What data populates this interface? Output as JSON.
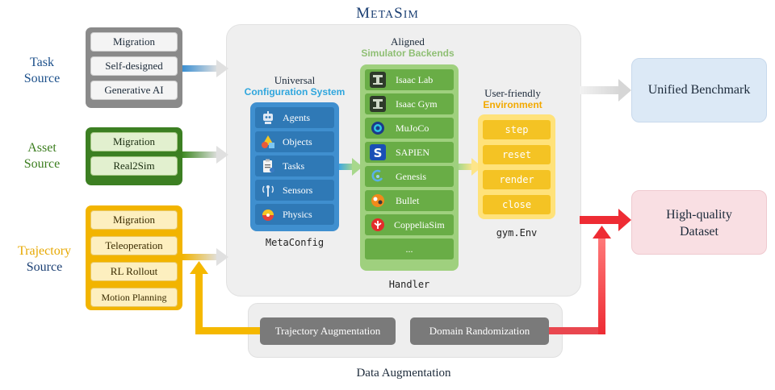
{
  "title": {
    "prefix": "M",
    "rest": "ETA",
    "prefix2": "S",
    "rest2": "IM"
  },
  "sources": {
    "task": {
      "label_1": "Task",
      "label_2": "Source",
      "items": [
        "Migration",
        "Self-designed",
        "Generative AI"
      ],
      "color": "#1b4f8a"
    },
    "asset": {
      "label_1": "Asset",
      "label_2": "Source",
      "items": [
        "Migration",
        "Real2Sim"
      ],
      "color": "#3b7d1e"
    },
    "trajectory": {
      "label_1": "Trajectory",
      "label_2": "Source",
      "items": [
        "Migration",
        "Teleoperation",
        "RL Rollout",
        "Motion Planning"
      ],
      "color": "#e7a800"
    }
  },
  "config": {
    "title_1": "Universal",
    "title_2": "Configuration System",
    "items": [
      {
        "label": "Agents",
        "icon": "robot-icon"
      },
      {
        "label": "Objects",
        "icon": "objects-icon"
      },
      {
        "label": "Tasks",
        "icon": "clipboard-icon"
      },
      {
        "label": "Sensors",
        "icon": "sensor-icon"
      },
      {
        "label": "Physics",
        "icon": "physics-icon"
      }
    ],
    "caption": "MetaConfig"
  },
  "backends": {
    "title_1": "Aligned",
    "title_2": "Simulator Backends",
    "items": [
      {
        "label": "Isaac Lab",
        "icon": "isaac-icon"
      },
      {
        "label": "Isaac Gym",
        "icon": "isaac-icon"
      },
      {
        "label": "MuJoCo",
        "icon": "mujoco-icon"
      },
      {
        "label": "SAPIEN",
        "icon": "sapien-icon"
      },
      {
        "label": "Genesis",
        "icon": "genesis-icon"
      },
      {
        "label": "Bullet",
        "icon": "bullet-icon"
      },
      {
        "label": "CoppeliaSim",
        "icon": "coppeliasim-icon"
      },
      {
        "label": "..."
      }
    ],
    "caption": "Handler"
  },
  "environment": {
    "title_1": "User-friendly",
    "title_2": "Environment",
    "items": [
      "step",
      "reset",
      "render",
      "close"
    ],
    "caption": "gym.Env"
  },
  "outputs": {
    "benchmark": "Unified Benchmark",
    "dataset_1": "High-quality",
    "dataset_2": "Dataset"
  },
  "augmentation": {
    "trajectory": "Trajectory Augmentation",
    "domain": "Domain Randomization",
    "caption": "Data Augmentation"
  },
  "colors": {
    "config_accent": "#2fa6dd",
    "backend_accent": "#8fbf74",
    "env_accent": "#f2a900",
    "benchmark_bg": "#dce9f6",
    "dataset_bg": "#f9dfe3"
  }
}
